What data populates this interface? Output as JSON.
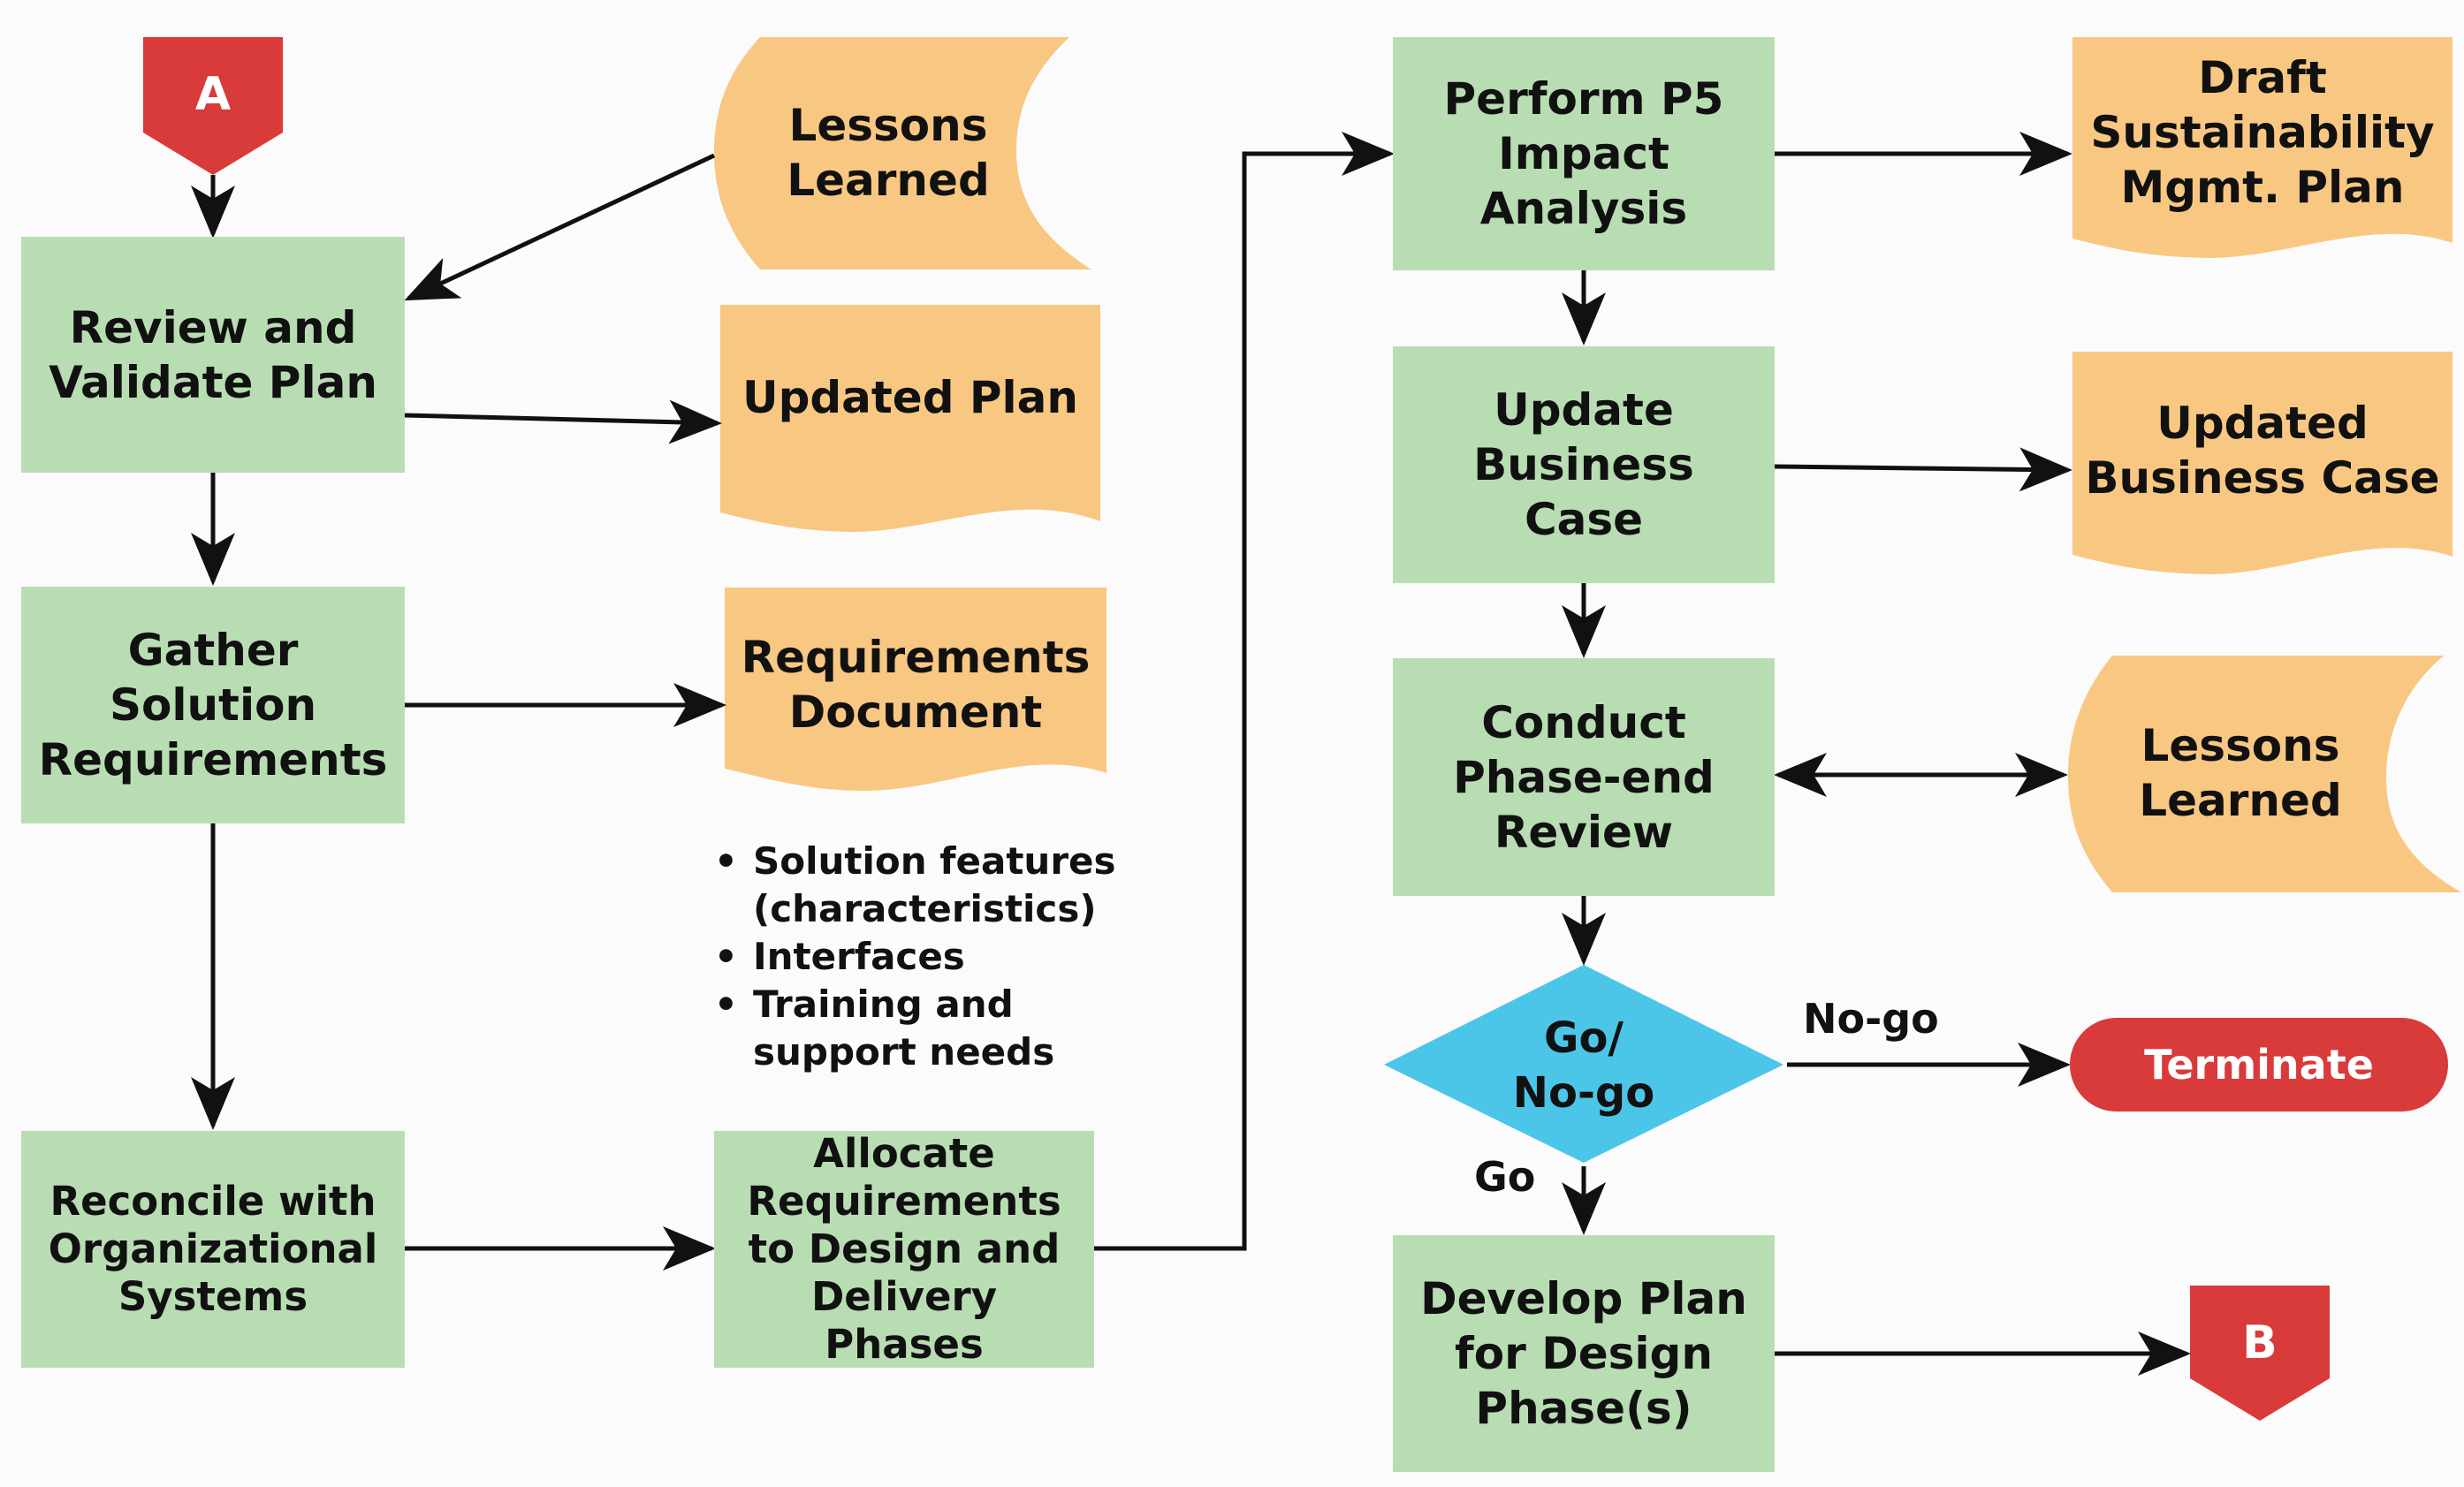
{
  "connectors": {
    "a": "A",
    "b": "B"
  },
  "process": {
    "review": "Review and\nValidate Plan",
    "gather": "Gather\nSolution\nRequirements",
    "reconcile": "Reconcile with\nOrganizational\nSystems",
    "allocate": "Allocate\nRequirements\nto Design and\nDelivery Phases",
    "perform": "Perform P5\nImpact\nAnalysis",
    "update_bc": "Update\nBusiness Case",
    "conduct": "Conduct\nPhase-end\nReview",
    "develop": "Develop Plan\nfor Design\nPhase(s)"
  },
  "documents": {
    "lessons_top": "Lessons\nLearned",
    "updated_plan": "Updated Plan",
    "requirements": "Requirements\nDocument",
    "draft_smp": "Draft\nSustainability\nMgmt. Plan",
    "updated_bc": "Updated\nBusiness Case",
    "lessons_right": "Lessons\nLearned"
  },
  "requirements_bullets": [
    "Solution features\n(characteristics)",
    "Interfaces",
    "Training and\nsupport needs"
  ],
  "decision": {
    "label": "Go/\nNo-go",
    "go": "Go",
    "nogo": "No-go"
  },
  "terminate": "Terminate",
  "colors": {
    "process": "#b9ddb3",
    "document": "#f8c883",
    "decision": "#4cc6e8",
    "connector": "#d93a3a",
    "terminate": "#d93a3a"
  }
}
